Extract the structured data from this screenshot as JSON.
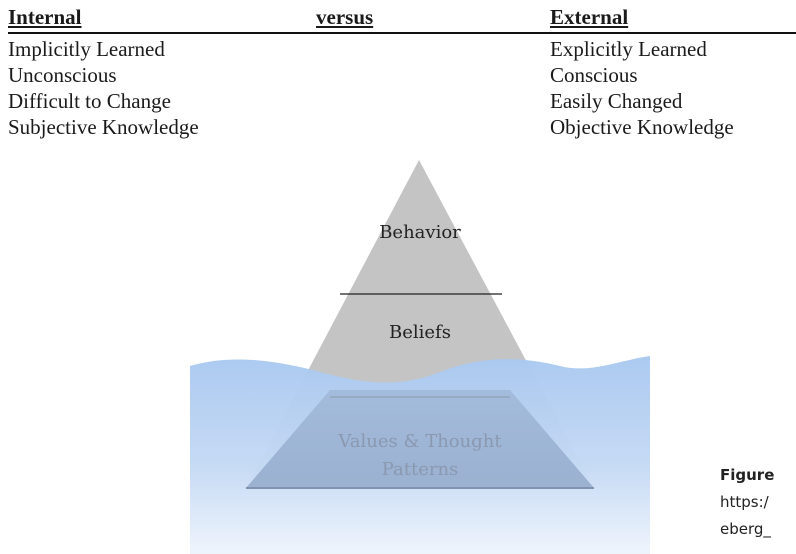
{
  "header": {
    "left": "Internal",
    "middle": "versus",
    "right": "External"
  },
  "internal_items": [
    "Implicitly Learned",
    "Unconscious",
    "Difficult to Change",
    "Subjective Knowledge"
  ],
  "external_items": [
    "Explicitly Learned",
    "Conscious",
    "Easily Changed",
    "Objective Knowledge"
  ],
  "iceberg": {
    "top_label": "Behavior",
    "middle_label": "Beliefs",
    "bottom_label": "Values & Thought Patterns"
  },
  "caption": {
    "figure": "Figure",
    "line2": "https:/",
    "line3": "eberg_"
  },
  "colors": {
    "triangle": "#c4c4c4",
    "water_top": "#a9c8f0",
    "water_bottom": "#eaf2fc",
    "submerged_triangle": "#8ea7c9"
  }
}
